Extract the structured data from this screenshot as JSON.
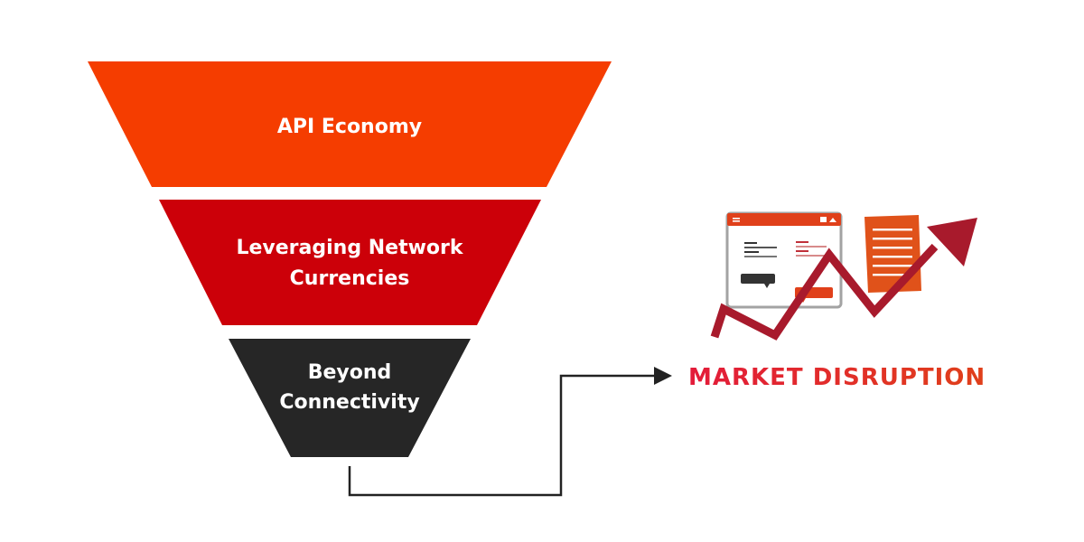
{
  "funnel": {
    "stages": [
      {
        "lines": [
          "API Economy"
        ],
        "color": "#f53d00"
      },
      {
        "lines": [
          "Leveraging Network",
          "Currencies"
        ],
        "color": "#cc0009"
      },
      {
        "lines": [
          "Beyond",
          "Connectivity"
        ],
        "color": "#262626"
      }
    ]
  },
  "outcome": {
    "label": "MARKET DISRUPTION",
    "gradient_start": "#e31b3a",
    "gradient_end": "#e0401a"
  },
  "colors": {
    "connector": "#222222",
    "trend_arrow": "#a81a2c",
    "browser_bar": "#e0401a",
    "document": "#e0521a"
  },
  "icons": [
    "funnel-connector-arrow",
    "browser-window-icon",
    "document-icon",
    "trend-up-arrow-icon"
  ]
}
